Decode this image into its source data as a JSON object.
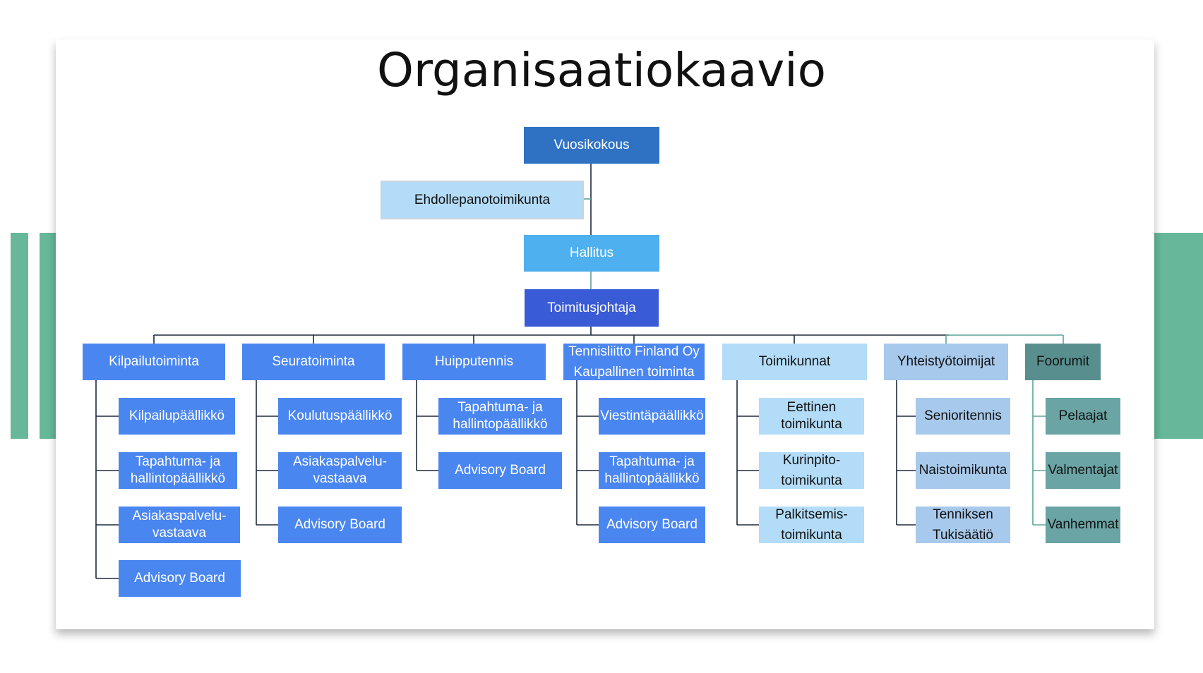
{
  "title": "Organisaatiokaavio",
  "colors": {
    "dark_blue": "#2f72c4",
    "light_blue": "#4eb0ee",
    "indigo": "#3a5bd6",
    "med_blue": "#4a86f0",
    "pale_blue": "#b3dcf8",
    "pale_grey_blue": "#a7c9ec",
    "teal_dark": "#588e8e",
    "teal": "#6aa4a4",
    "deco_green": "#67b89a",
    "connector_dark": "#1e2a3a",
    "connector_teal": "#5aa398"
  },
  "top": {
    "annual_meeting": "Vuosikokous",
    "nomination_committee": "Ehdollepanotoimikunta",
    "board": "Hallitus",
    "ceo": "Toimitusjohtaja"
  },
  "columns": [
    {
      "label": "Kilpailutoiminta",
      "children": [
        "Kilpailupäällikkö",
        "Tapahtuma- ja hallintopäällikkö",
        "Asiakaspalvelu-vastaava",
        "Advisory Board"
      ]
    },
    {
      "label": "Seuratoiminta",
      "children": [
        "Koulutuspäällikkö",
        "Asiakaspalvelu-vastaava",
        "Advisory Board"
      ]
    },
    {
      "label": "Huipputennis",
      "children": [
        "Tapahtuma- ja hallintopäällikkö",
        "Advisory Board"
      ]
    },
    {
      "label_line1": "Tennisliitto Finland Oy",
      "label_line2": "Kaupallinen toiminta",
      "children": [
        "Viestintäpäällikkö",
        "Tapahtuma- ja hallintopäällikkö",
        "Advisory Board"
      ]
    },
    {
      "label": "Toimikunnat",
      "children": [
        "Eettinen toimikunta",
        "Kurinpito-toimikunta",
        "Palkitsemis-toimikunta"
      ]
    },
    {
      "label": "Yhteistyötoimijat",
      "children": [
        "Senioritennis",
        "Naistoimikunta",
        "Tenniksen Tukisäätiö"
      ]
    },
    {
      "label": "Foorumit",
      "children": [
        "Pelaajat",
        "Valmentajat",
        "Vanhemmat"
      ]
    }
  ]
}
